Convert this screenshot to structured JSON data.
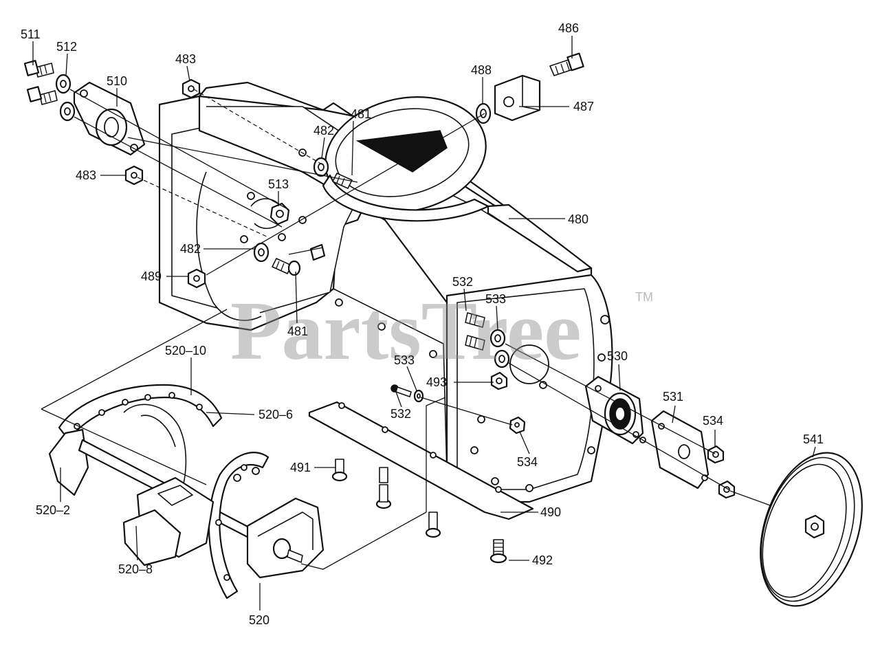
{
  "watermark": {
    "text": "PartsTree",
    "trademark": "TM"
  },
  "callouts": {
    "c480": "480",
    "c481a": "481",
    "c481b": "481",
    "c482a": "482",
    "c482b": "482",
    "c483a": "483",
    "c483b": "483",
    "c486": "486",
    "c487": "487",
    "c488": "488",
    "c489": "489",
    "c490": "490",
    "c491": "491",
    "c492": "492",
    "c493": "493",
    "c510": "510",
    "c511": "511",
    "c512": "512",
    "c513": "513",
    "c520": "520",
    "c520_2": "520–2",
    "c520_6": "520–6",
    "c520_8": "520–8",
    "c520_10": "520–10",
    "c530": "530",
    "c531": "531",
    "c532a": "532",
    "c532b": "532",
    "c533a": "533",
    "c533b": "533",
    "c534a": "534",
    "c534b": "534",
    "c541": "541"
  },
  "colors": {
    "ink": "#111111",
    "watermark": "#8c8c8c",
    "background": "#ffffff"
  }
}
